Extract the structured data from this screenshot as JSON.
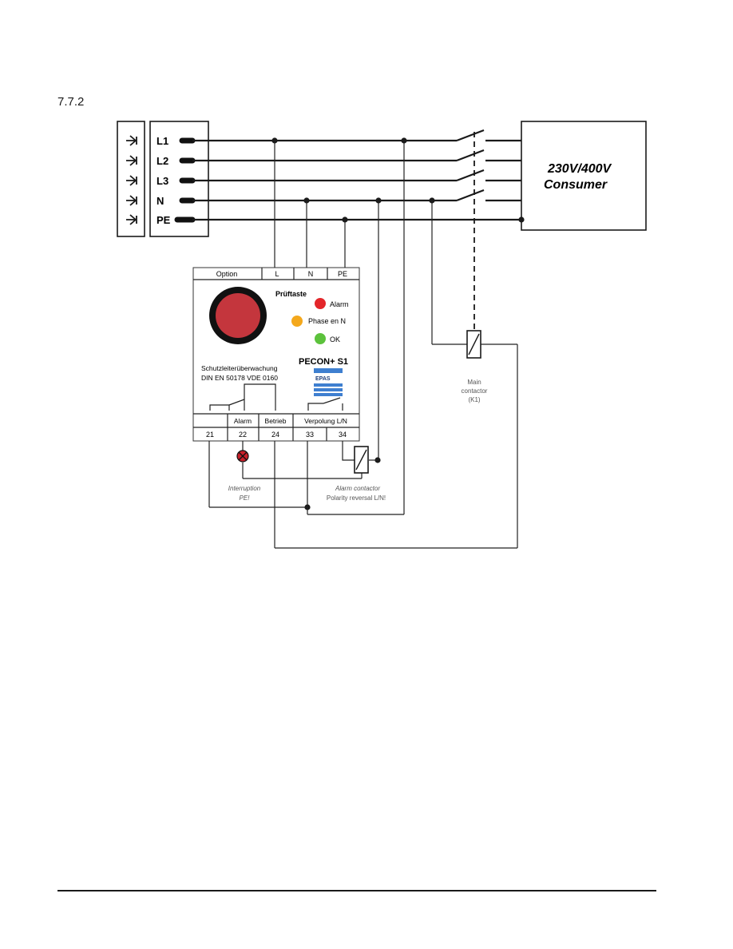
{
  "section": {
    "number": "7.7.2"
  },
  "supply": {
    "terminals": [
      "L1",
      "L2",
      "L3",
      "N",
      "PE"
    ],
    "breaker_symbol": "≲"
  },
  "consumer": {
    "line1": "230V/400V",
    "line2": "Consumer"
  },
  "device": {
    "top_terminals": [
      "Option",
      "L",
      "N",
      "PE"
    ],
    "test_button_label": "Prüftaste",
    "leds": [
      {
        "label": "Alarm",
        "color": "#e3262a"
      },
      {
        "label": "Phase en N",
        "color": "#f4a81c"
      },
      {
        "label": "OK",
        "color": "#5cc23c"
      }
    ],
    "product_name": "PECON+ S1",
    "description_line1": "Schutzleiterüberwachung",
    "description_line2": "DIN EN 50178 VDE 0160",
    "logo_text": "EPAS",
    "bottom_labels": [
      "",
      "Alarm",
      "Betrieb",
      "Verpolung L/N"
    ],
    "bottom_terminals": [
      "21",
      "22",
      "24",
      "33",
      "34"
    ],
    "button_color": "#c4363d",
    "logo_color": "#3e7fd0"
  },
  "annotations": {
    "interruption_line1": "Interruption",
    "interruption_line2": "PE!",
    "alarm_contactor_line1": "Alarm contactor",
    "alarm_contactor_line2": "Polarity reversal L/N!",
    "main_contactor_line1": "Main",
    "main_contactor_line2": "contactor",
    "main_contactor_line3": "(K1)"
  }
}
